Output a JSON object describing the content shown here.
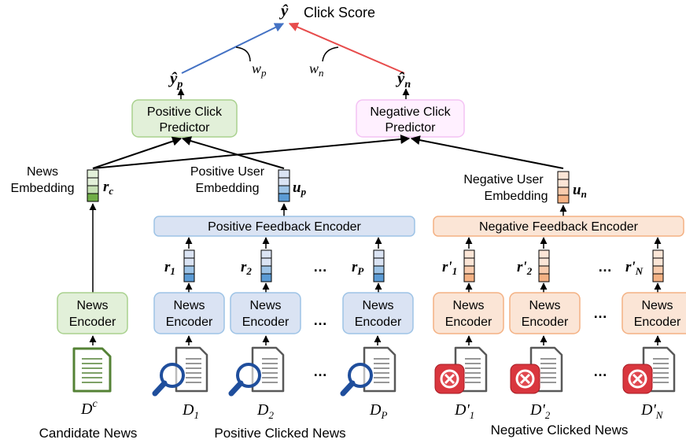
{
  "top": {
    "y_hat": "ŷ",
    "click_score": "Click Score",
    "y_p_base": "ŷ",
    "y_p_sub": "p",
    "y_n_base": "ŷ",
    "y_n_sub": "n",
    "w_p_base": "w",
    "w_p_sub": "p",
    "w_n_base": "w",
    "w_n_sub": "n"
  },
  "predictors": {
    "positive": [
      "Positive Click",
      "Predictor"
    ],
    "negative": [
      "Negative Click",
      "Predictor"
    ]
  },
  "embeddings": {
    "news": {
      "label": [
        "News",
        "Embedding"
      ],
      "sym_base": "r",
      "sym_sub": "c"
    },
    "positive_user": {
      "label": [
        "Positive User",
        "Embedding"
      ],
      "sym_base": "u",
      "sym_sub": "p"
    },
    "negative_user": {
      "label": [
        "Negative User",
        "Embedding"
      ],
      "sym_base": "u",
      "sym_sub": "n"
    }
  },
  "feedback_encoders": {
    "positive": "Positive Feedback Encoder",
    "negative": "Negative Feedback Encoder"
  },
  "news_encoder_label": [
    "News",
    "Encoder"
  ],
  "ellipsis": "…",
  "positive_reps": [
    {
      "base": "r",
      "sub": "1"
    },
    {
      "base": "r",
      "sub": "2"
    },
    {
      "base": "r",
      "sub": "P"
    }
  ],
  "negative_reps": [
    {
      "base": "r'",
      "sub": "1"
    },
    {
      "base": "r'",
      "sub": "2"
    },
    {
      "base": "r'",
      "sub": "N"
    }
  ],
  "docs": {
    "candidate": {
      "base": "D",
      "sup": "c"
    },
    "positive": [
      {
        "base": "D",
        "sub": "1"
      },
      {
        "base": "D",
        "sub": "2"
      },
      {
        "base": "D",
        "sub": "P"
      }
    ],
    "negative": [
      {
        "base": "D'",
        "sub": "1"
      },
      {
        "base": "D'",
        "sub": "2"
      },
      {
        "base": "D'",
        "sub": "N"
      }
    ]
  },
  "group_labels": {
    "candidate": "Candidate News",
    "positive": "Positive Clicked News",
    "negative": "Negative Clicked News"
  },
  "colors": {
    "green_fill": "#e2f0d9",
    "green_stroke": "#a9d18e",
    "blue_fill": "#dae3f3",
    "blue_stroke": "#9dc3e6",
    "orange_fill": "#fbe5d6",
    "orange_stroke": "#f4b183",
    "pink_fill": "#fff0ff",
    "pink_stroke": "#f4c2f4",
    "blue_line": "#4472c4",
    "red_line": "#e74c4c"
  }
}
